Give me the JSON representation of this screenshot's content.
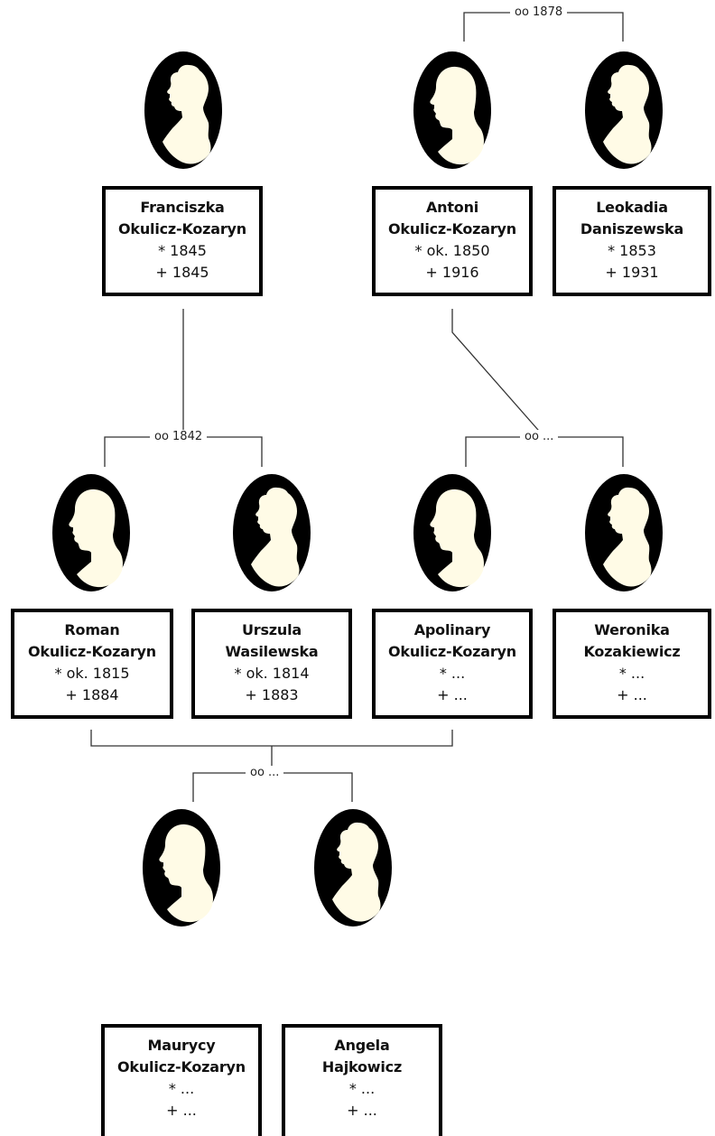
{
  "people": {
    "franciszka": {
      "line1": "Franciszka",
      "line2": "Okulicz-Kozaryn",
      "birth": "* 1845",
      "death": "+ 1845",
      "sex": "female"
    },
    "antoni": {
      "line1": "Antoni",
      "line2": "Okulicz-Kozaryn",
      "birth": "* ok. 1850",
      "death": "+ 1916",
      "sex": "male"
    },
    "leokadia": {
      "line1": "Leokadia",
      "line2": "Daniszewska",
      "birth": "* 1853",
      "death": "+ 1931",
      "sex": "female"
    },
    "roman": {
      "line1": "Roman",
      "line2": "Okulicz-Kozaryn",
      "birth": "* ok. 1815",
      "death": "+ 1884",
      "sex": "male"
    },
    "urszula": {
      "line1": "Urszula",
      "line2": "Wasilewska",
      "birth": "* ok. 1814",
      "death": "+ 1883",
      "sex": "female"
    },
    "apolinary": {
      "line1": "Apolinary",
      "line2": "Okulicz-Kozaryn",
      "birth": "* ...",
      "death": "+ ...",
      "sex": "male"
    },
    "weronika": {
      "line1": "Weronika",
      "line2": "Kozakiewicz",
      "birth": "* ...",
      "death": "+ ...",
      "sex": "female"
    },
    "maurycy": {
      "line1": "Maurycy",
      "line2": "Okulicz-Kozaryn",
      "birth": "* ...",
      "death": "+ ...",
      "sex": "male"
    },
    "angela": {
      "line1": "Angela",
      "line2": "Hajkowicz",
      "birth": "* ...",
      "death": "+ ...",
      "sex": "female"
    }
  },
  "marriages": {
    "antoni_leokadia": {
      "label": "oo 1878"
    },
    "roman_urszula": {
      "label": "oo 1842"
    },
    "apolinary_weronika": {
      "label": "oo ..."
    },
    "maurycy_angela": {
      "label": "oo ..."
    }
  },
  "colors": {
    "silhouette": "#fffbe6",
    "oval": "#000000",
    "border": "#000000",
    "line": "#333333"
  }
}
